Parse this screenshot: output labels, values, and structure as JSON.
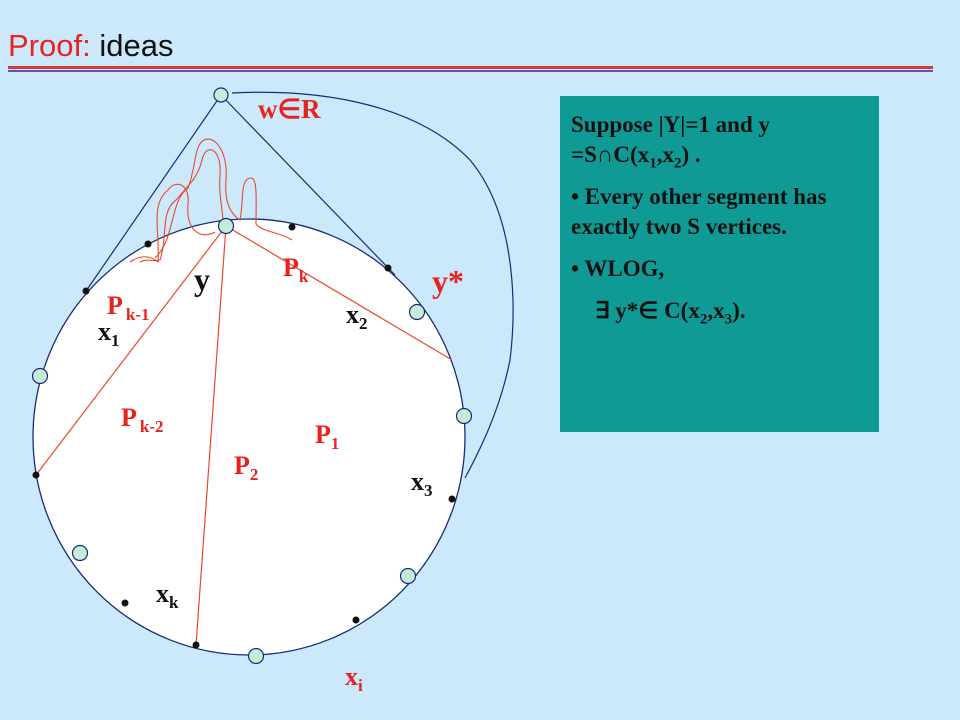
{
  "slide": {
    "title_prefix": "Proof:",
    "title_rest": "ideas"
  },
  "diagram": {
    "labels": {
      "w_in_R": "w∈R",
      "y": "y",
      "y_star": "y*",
      "Pk": "P",
      "Pk_sub": "k",
      "Pk1": "P",
      "Pk1_sub": "k-1",
      "Pk2": "P",
      "Pk2_sub": "k-2",
      "P1": "P",
      "P1_sub": "1",
      "P2": "P",
      "P2_sub": "2",
      "x1": "x",
      "x1_sub": "1",
      "x2": "x",
      "x2_sub": "2",
      "x3": "x",
      "x3_sub": "3",
      "xk": "x",
      "xk_sub": "k",
      "xi": "x",
      "xi_sub": "i"
    }
  },
  "box": {
    "line1_a": "Suppose |Y|=1 and y =S∩C(x",
    "line1_sub1": "1",
    "line1_b": ",x",
    "line1_sub2": "2",
    "line1_c": ") .",
    "bullet1": "• Every other segment has exactly two S vertices.",
    "bullet2": "• WLOG,",
    "line4_a": "∃ y*∈ C(x",
    "line4_sub1": "2",
    "line4_b": ",x",
    "line4_sub2": "3",
    "line4_c": ")."
  },
  "colors": {
    "background": "#cce9fb",
    "title_red": "#e8231f",
    "label_red": "#e8231f",
    "edge_red": "#e8492a",
    "box_teal": "#0f9a96",
    "circle_node_fill": "#c6ecd8",
    "outline": "#1a2a7a"
  }
}
